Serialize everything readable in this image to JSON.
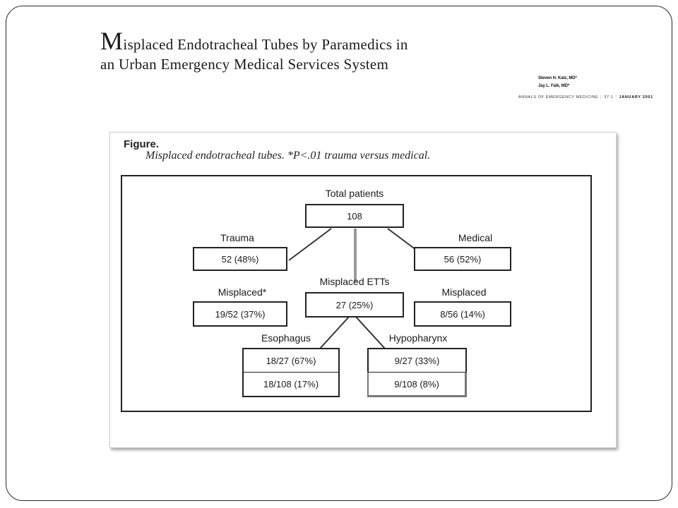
{
  "paper": {
    "title_first_letter": "M",
    "title_line1_rest": "isplaced Endotracheal Tubes by Paramedics in",
    "title_line2": "an Urban Emergency Medical Services System",
    "authors": [
      "Steven H. Katz, MD*",
      "Jay L. Falk, MD*"
    ],
    "journal": "ANNALS OF EMERGENCY MEDICINE",
    "volume": "37:1",
    "date": "JANUARY 2001"
  },
  "figure": {
    "label": "Figure.",
    "caption": "Misplaced endotracheal tubes. *P<.01 trauma versus medical.",
    "nodes": {
      "total": {
        "label": "Total patients",
        "value": "108"
      },
      "trauma": {
        "label": "Trauma",
        "value": "52 (48%)"
      },
      "medical": {
        "label": "Medical",
        "value": "56 (52%)"
      },
      "trauma_misplaced": {
        "label": "Misplaced*",
        "value": "19/52 (37%)"
      },
      "misplaced_etts": {
        "label": "Misplaced ETTs",
        "value": "27 (25%)"
      },
      "medical_misplaced": {
        "label": "Misplaced",
        "value": "8/56 (14%)"
      },
      "esophagus": {
        "label": "Esophagus",
        "value_a": "18/27 (67%)",
        "value_b": "18/108 (17%)"
      },
      "hypopharynx": {
        "label": "Hypopharynx",
        "value_a": "9/27 (33%)",
        "value_b": "9/108 (8%)"
      }
    }
  }
}
